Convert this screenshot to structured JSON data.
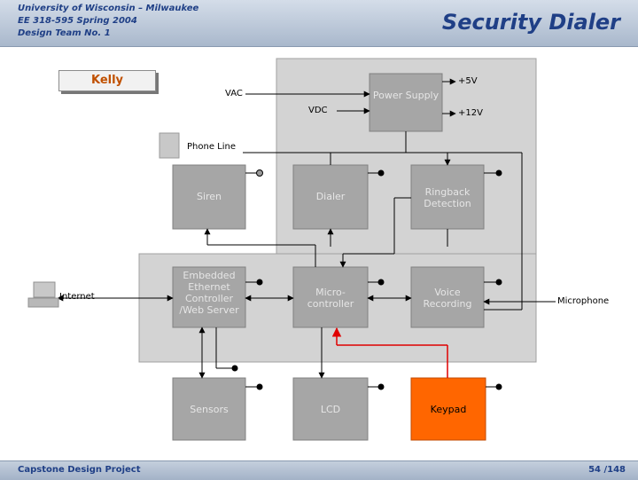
{
  "header": {
    "line1": "University of Wisconsin – Milwaukee",
    "line2": "EE 318-595 Spring 2004",
    "line3": "Design Team No. 1",
    "title": "Security Dialer"
  },
  "tag": "Kelly",
  "labels": {
    "vac": "VAC",
    "vdc": "VDC",
    "plus5v": "+5V",
    "plus12v": "+12V",
    "phone_line": "Phone Line",
    "internet": "Internet",
    "microphone": "Microphone"
  },
  "blocks": {
    "power_supply": "Power Supply",
    "siren": "Siren",
    "dialer": "Dialer",
    "ringback": "Ringback Detection",
    "embedded": "Embedded Ethernet Controller /Web Server",
    "micro": "Micro-controller",
    "voice": "Voice Recording",
    "sensors": "Sensors",
    "lcd": "LCD",
    "keypad": "Keypad"
  },
  "footer": {
    "left": "Capstone Design Project",
    "page": "54 /148"
  },
  "colors": {
    "header_text": "#1f3f86",
    "block_fill": "#a6a6a6",
    "keypad_fill": "#ff6600",
    "keypad_wire": "#e00000",
    "tag_text": "#c05000"
  }
}
